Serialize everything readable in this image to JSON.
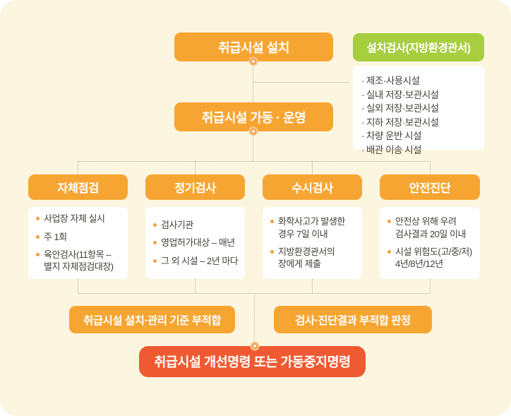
{
  "palette": {
    "background": "#FCF5DF",
    "orange": "#F7A532",
    "red_orange": "#F05A32",
    "green": "#A6CE3F",
    "text_dark": "#45413C",
    "connector_gray": "#B3ACA1",
    "bullet_orange": "#F0A13C"
  },
  "bullet_char": "·",
  "flow": {
    "install_box": "취급시설 설치",
    "install_inspection_box": "설치검사(지방환경관서)",
    "facility_types": [
      "제조·사용시설",
      "실내 저장·보관시설",
      "실외 저장·보관시설",
      "지하 저장·보관시설",
      "차량 운반 시설",
      "배관 이송 시설"
    ],
    "operation_box": "취급시설 가동 · 운영",
    "columns": [
      {
        "title": "자체점검",
        "items": [
          "사업장 자체 실시",
          "주 1회",
          "육안검사(11항목 – 별지 자체점검대장)"
        ]
      },
      {
        "title": "정기검사",
        "items": [
          "검사기관",
          "영업허가대상 – 매년",
          "그 외 시설 – 2년 마다"
        ]
      },
      {
        "title": "수시검사",
        "items": [
          "화학사고가 발생한 경우 7일 이내",
          "지방환경관서의 장에게 제출"
        ]
      },
      {
        "title": "안전진단",
        "items": [
          "안전상 위해 우려 검사결과 20일 이내",
          "시설 위험도(고/중/저) 4년/8년/12년"
        ]
      }
    ],
    "noncompliance_left": "취급시설 설치·관리 기준 부적합",
    "noncompliance_right": "검사·진단결과 부적합 판정",
    "order_box": "취급시설 개선명령 또는 가동중지명령"
  }
}
